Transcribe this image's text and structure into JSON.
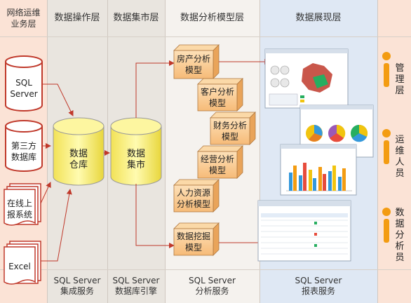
{
  "headers": {
    "ops": "网络运维\n业务层",
    "etl": "数据操作层",
    "mart": "数据集市层",
    "analysis": "数据分析模型层",
    "present": "数据展现层"
  },
  "footers": {
    "etl": "SQL Server\n集成服务",
    "mart": "SQL Server\n数据库引擎",
    "analysis": "SQL Server\n分析服务",
    "present": "SQL Server\n报表服务"
  },
  "sources": [
    {
      "label": "SQL\nServer",
      "shape": "cylinder"
    },
    {
      "label": "第三方\n数据库",
      "shape": "cylinder"
    },
    {
      "label": "在线上\n报系统",
      "shape": "document-stack"
    },
    {
      "label": "Excel",
      "shape": "document-stack"
    }
  ],
  "stores": {
    "warehouse": "数据\n仓库",
    "mart": "数据\n集市"
  },
  "models": [
    "房产分析\n模型",
    "客户分析\n模型",
    "财务分析\n模型",
    "经营分析\n模型",
    "人力资源\n分析模型",
    "数据挖掘\n模型"
  ],
  "roles": [
    "管理层",
    "运维人员",
    "数据分析员"
  ],
  "colors": {
    "ops_col": "#fbe3d6",
    "etl_col": "#e9e5df",
    "mart_col": "#e9e5df",
    "analysis_col": "#f5f2ee",
    "present_col": "#dfe8f4",
    "roles_col": "#fbe3d6",
    "arrow": "#c0392b",
    "cylinder_fill": "#fdf58a",
    "box_fill": "#f8cf9a",
    "person": "#f39c12"
  }
}
